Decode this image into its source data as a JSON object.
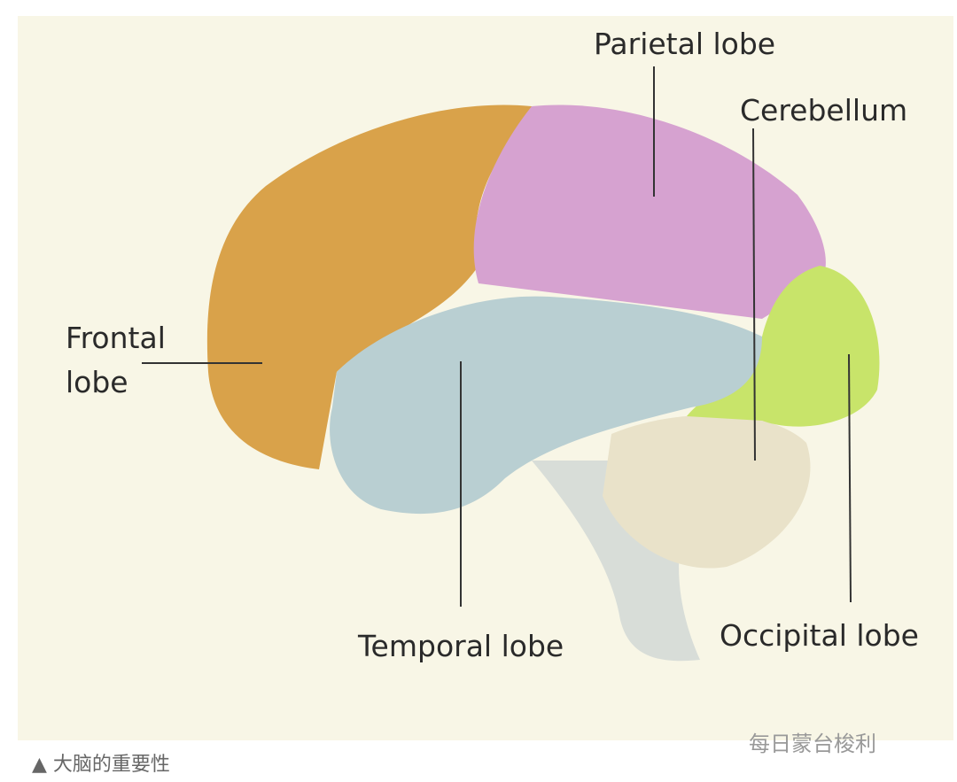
{
  "labels": {
    "parietal": "Parietal lobe",
    "cerebellum": "Cerebellum",
    "frontal_line1": "Frontal",
    "frontal_line2": "lobe",
    "temporal": "Temporal lobe",
    "occipital": "Occipital lobe"
  },
  "caption": "▲ 大脑的重要性",
  "watermark": "每日蒙台梭利",
  "colors": {
    "frontal": "#d9a24a",
    "parietal": "#d6a2d0",
    "temporal": "#b9cfd2",
    "occipital": "#c8e46a",
    "cerebellum": "#e9e2c9",
    "brainstem": "#d8ddd8"
  }
}
